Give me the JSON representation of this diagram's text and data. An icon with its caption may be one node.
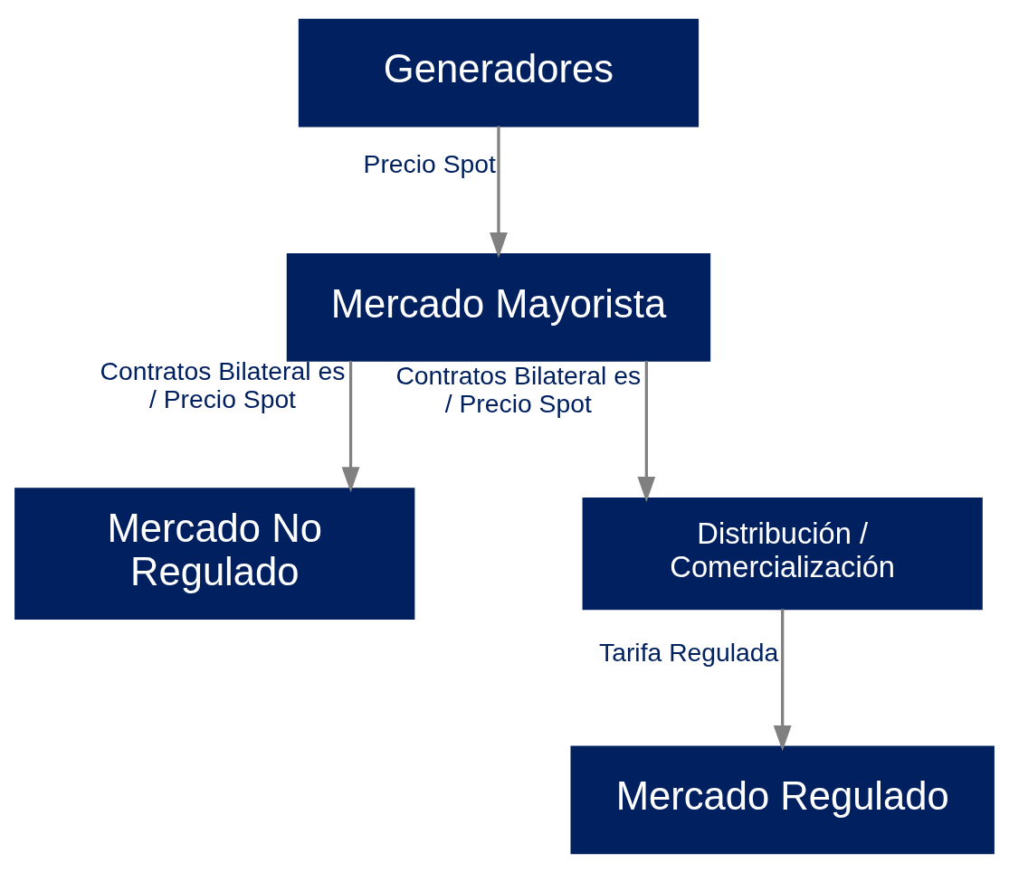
{
  "diagram": {
    "nodes": [
      {
        "text": [
          "Generadores"
        ]
      },
      {
        "text": [
          "Mercado Mayorista"
        ]
      },
      {
        "text": [
          "Mercado No Regulado"
        ]
      },
      {
        "text": [
          "Distribución / Comercialización"
        ]
      },
      {
        "text": [
          "Mercado Regulado"
        ]
      }
    ],
    "edges": [
      {
        "from": 0,
        "to": 1,
        "arrow": "to",
        "label": "Precio Spot"
      },
      {
        "from": 1,
        "to": 2,
        "arrow": "to",
        "label": "Contratos Bilateral es / Precio Spot"
      },
      {
        "from": 1,
        "to": 3,
        "arrow": "to",
        "label": "Contratos Bilateral es / Precio Spot"
      },
      {
        "from": 3,
        "to": 4,
        "arrow": "to",
        "label": "Tarifa Regulada"
      }
    ]
  }
}
